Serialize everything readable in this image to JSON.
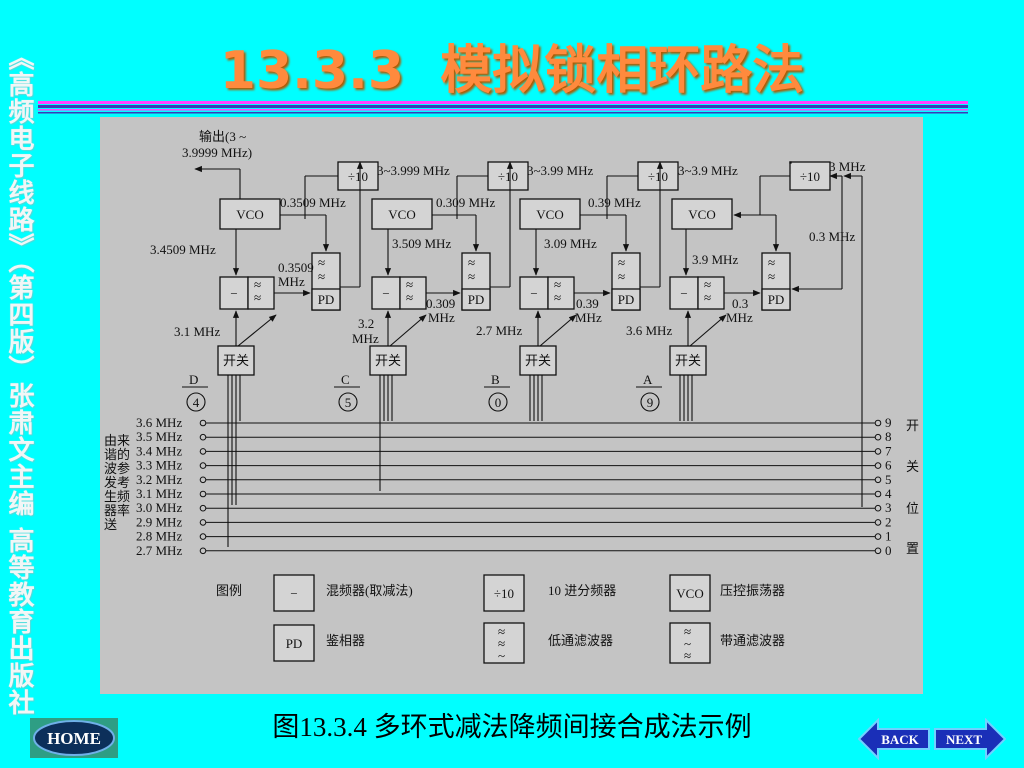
{
  "sidebar": {
    "text": "《高频电子线路》（第四版）张肃文主编 高等教育出版社"
  },
  "title": {
    "number": "13.3.3",
    "text": "模拟锁相环路法"
  },
  "caption": {
    "text": "图13.3.4   多环式减法降频间接合成法示例"
  },
  "nav": {
    "home": "HOME",
    "back": "BACK",
    "next": "NEXT"
  },
  "diagram": {
    "output_label_1": "输出(3 ~",
    "output_label_2": "3.9999 MHz)",
    "vco": "VCO",
    "pd": "PD",
    "div10": "÷10",
    "mixer": "−",
    "switch": "开关",
    "loop_d": {
      "div_out": "3~3.999 MHz",
      "vco_in": "0.3509 MHz",
      "vco_out": "3.4509 MHz",
      "mix_out_1": "0.3509",
      "mix_out_2": "MHz",
      "switch_freq": "3.1 MHz",
      "name": "D",
      "num": "4"
    },
    "loop_c": {
      "div_out": "3~3.99 MHz",
      "vco_in": "0.309 MHz",
      "vco_out": "3.509 MHz",
      "mix_out_1": "0.309",
      "mix_out_2": "MHz",
      "switch_freq_1": "3.2",
      "switch_freq_2": "MHz",
      "name": "C",
      "num": "5"
    },
    "loop_b": {
      "div_out": "3~3.9 MHz",
      "vco_in": "0.39 MHz",
      "vco_out": "3.09 MHz",
      "mix_out_1": "0.39",
      "mix_out_2": "MHz",
      "switch_freq": "2.7 MHz",
      "name": "B",
      "num": "0"
    },
    "loop_a": {
      "div_out": "3 MHz",
      "vco_in": "0.3 MHz",
      "vco_out": "3.9 MHz",
      "mix_out_1": "0.3",
      "mix_out_2": "MHz",
      "switch_freq": "3.6 MHz",
      "name": "A",
      "num": "9"
    },
    "bus_freqs": [
      "3.6 MHz",
      "3.5 MHz",
      "3.4 MHz",
      "3.3 MHz",
      "3.2 MHz",
      "3.1 MHz",
      "3.0 MHz",
      "2.9 MHz",
      "2.8 MHz",
      "2.7 MHz"
    ],
    "bus_positions": [
      "9",
      "8",
      "7",
      "6",
      "5",
      "4",
      "3",
      "2",
      "1",
      "0"
    ],
    "left_note": "由谐波发生器送来的参考频率",
    "right_note": "开关位置",
    "legend": {
      "title": "图例",
      "mixer": "混频器(取减法)",
      "divider": "10 进分频器",
      "vco": "压控振荡器",
      "pd": "鉴相器",
      "lpf": "低通滤波器",
      "bpf": "带通滤波器"
    }
  }
}
